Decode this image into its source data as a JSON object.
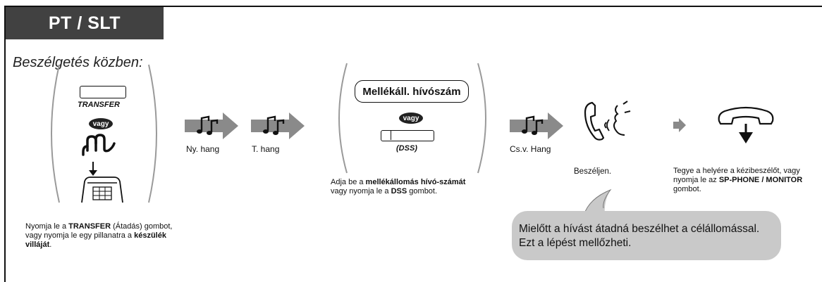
{
  "header": {
    "title": "PT / SLT"
  },
  "subtitle": "Beszélgetés közben:",
  "step1": {
    "button_label": "TRANSFER",
    "or_badge": "vagy",
    "desc_parts": [
      "Nyomja le a ",
      "TRANSFER",
      " (Átadás) gombot, vagy nyomja le egy pillanatra a ",
      "készülék villáját",
      "."
    ]
  },
  "tone1": {
    "label": "Ny. hang"
  },
  "tone2": {
    "label": "T. hang"
  },
  "step2": {
    "ext_label": "Mellékáll. hívószám",
    "or_badge": "vagy",
    "dss_label": "(DSS)",
    "desc_parts": [
      "Adja be a ",
      "mellékállomás hívó-számát",
      " vagy nyomja le a ",
      "DSS",
      " gombot."
    ]
  },
  "tone3": {
    "label": "Cs.v. Hang"
  },
  "step3": {
    "desc": "Beszéljen."
  },
  "step4": {
    "desc_parts": [
      "Tegye a helyére a kézibeszélőt, vagy nyomja le az ",
      "SP-PHONE / MONITOR",
      " gombot."
    ]
  },
  "note": {
    "line1": "Mielőtt a hívást átadná beszélhet a célállomással.",
    "line2": "Ezt a lépést mellőzheti."
  },
  "colors": {
    "header_bg": "#414141",
    "arrow_gray": "#8a8a8a",
    "bubble_gray": "#c9c9c9",
    "paren_gray": "#9a9a9a"
  }
}
